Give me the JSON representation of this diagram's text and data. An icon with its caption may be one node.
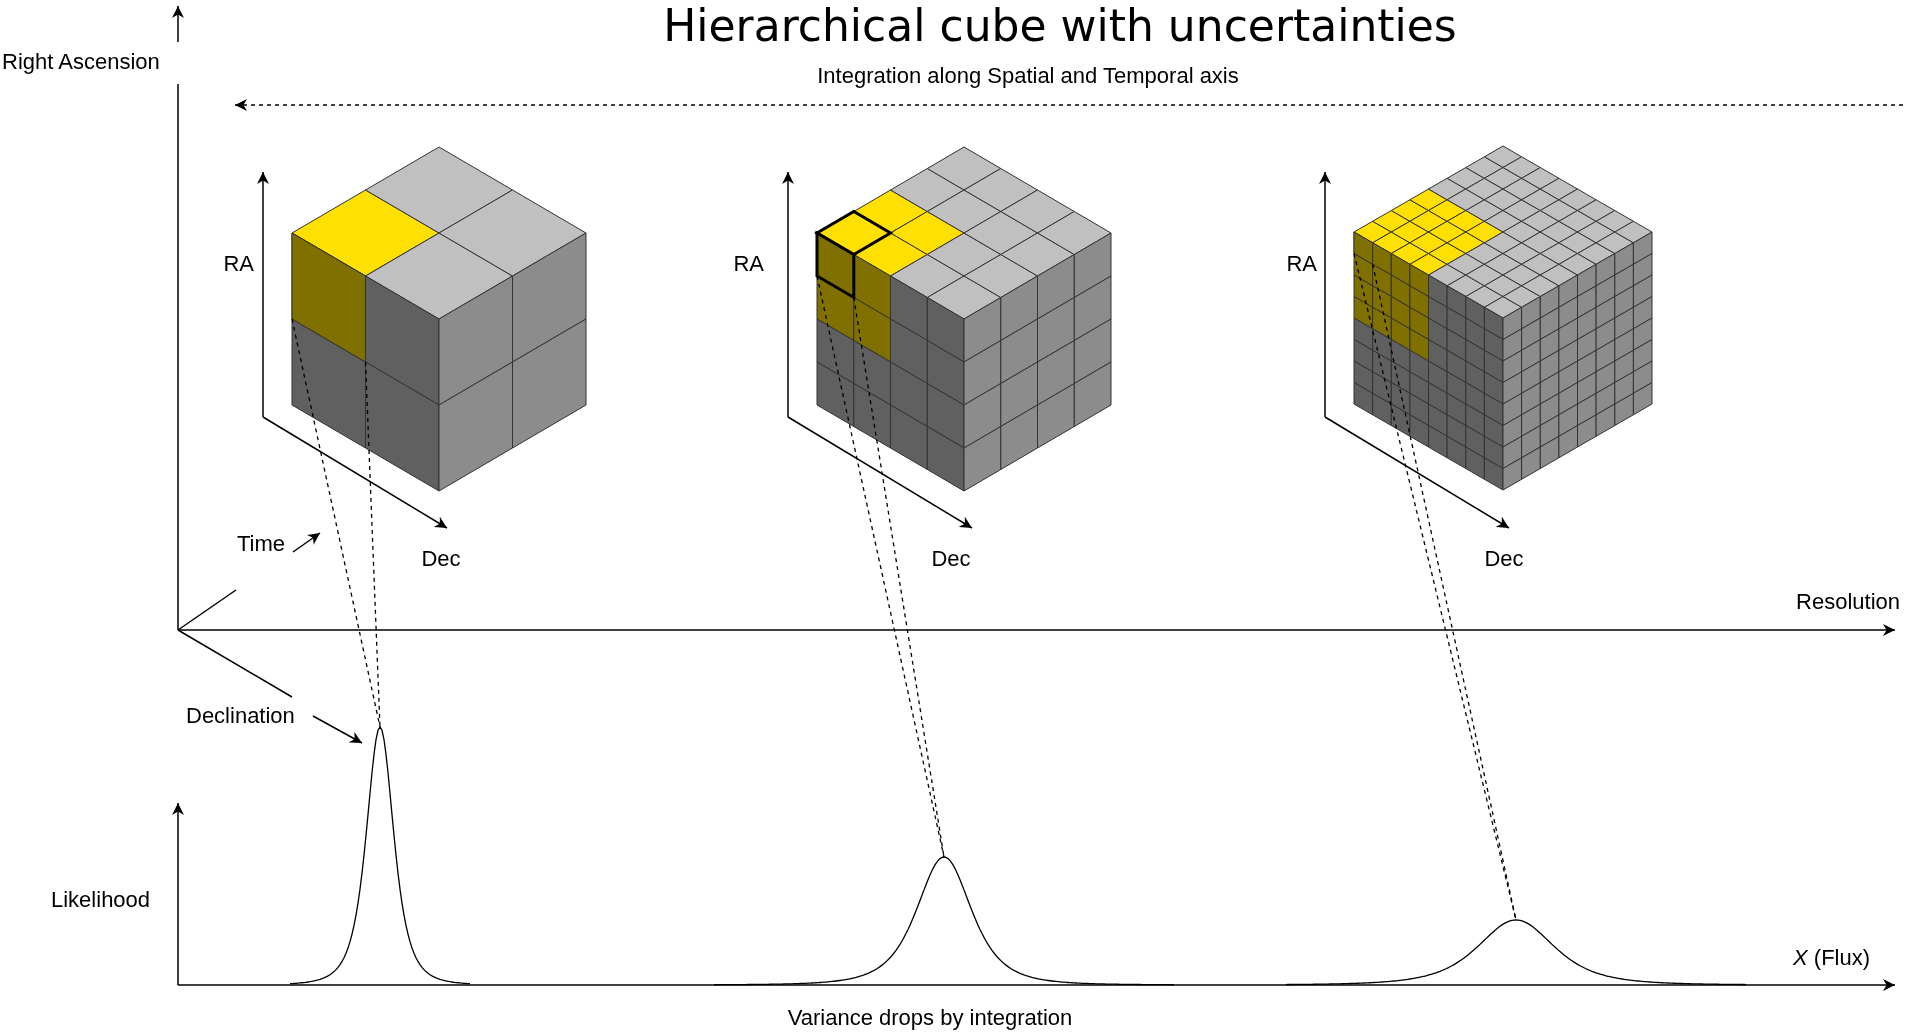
{
  "diagram": {
    "title": "Hierarchical cube with uncertainties",
    "nodes": [
      {
        "text": [],
        "shape": "box"
      },
      {
        "text": [],
        "shape": "box"
      },
      {
        "text": [],
        "shape": "box"
      },
      {
        "text": [],
        "shape": "curve"
      },
      {
        "text": [],
        "shape": "curve"
      },
      {
        "text": [],
        "shape": "curve"
      }
    ],
    "edges": [
      {
        "from": 0,
        "to": 3,
        "arrow": "none",
        "style": "dashed"
      },
      {
        "from": 0,
        "to": 3,
        "arrow": "none",
        "style": "dashed"
      },
      {
        "from": 1,
        "to": 4,
        "arrow": "none",
        "style": "dashed"
      },
      {
        "from": 1,
        "to": 4,
        "arrow": "none",
        "style": "dashed"
      },
      {
        "from": 2,
        "to": 5,
        "arrow": "none",
        "style": "dashed"
      },
      {
        "from": 2,
        "to": 5,
        "arrow": "none",
        "style": "dashed"
      }
    ],
    "labels": [
      "Right Ascension",
      "Integration along Spatial and Temporal axis",
      "RA",
      "RA",
      "RA",
      "Time",
      "Dec",
      "Dec",
      "Dec",
      "Resolution",
      "Declination",
      "Likelihood",
      "*X* (Flux)",
      "Variance drops by integration"
    ]
  }
}
